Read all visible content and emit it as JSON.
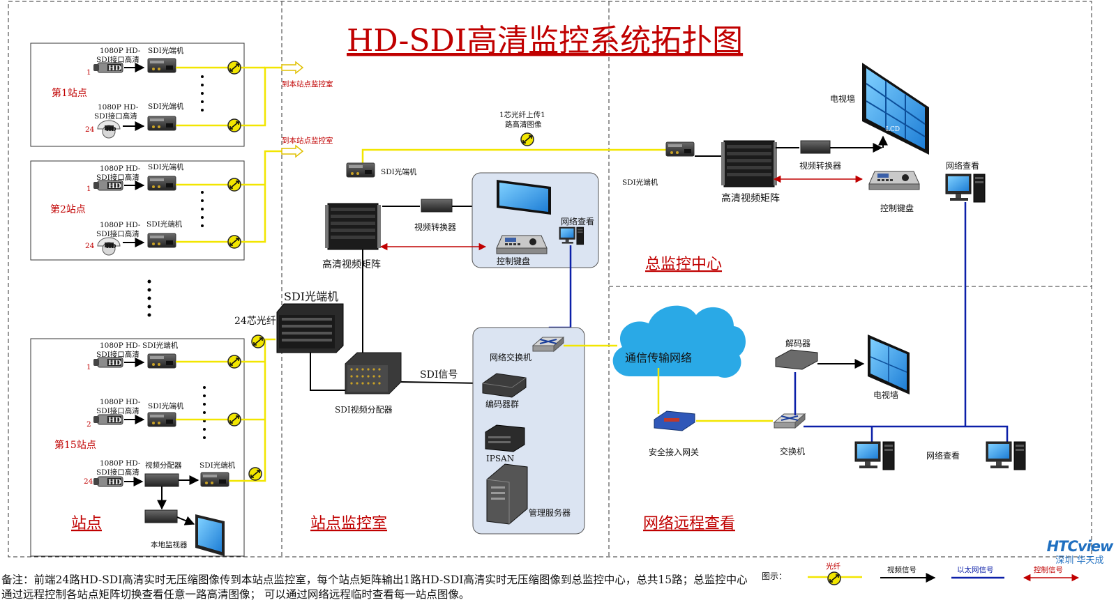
{
  "title": "HD-SDI高清监控系统拓扑图",
  "sections": {
    "site": "站点",
    "site_room": "站点监控室",
    "center": "总监控中心",
    "remote": "网络远程查看"
  },
  "sites": {
    "site1": "第1站点",
    "site2": "第2站点",
    "site15": "第15站点"
  },
  "camera": {
    "label_line1": "1080P HD-",
    "label_line2": "SDI接口高清",
    "num_1": "1",
    "num_2": "2",
    "num_24": "24",
    "hd": "HD"
  },
  "labels": {
    "sdi_fiber": "SDI光端机",
    "to_room": "到本站点监控室",
    "fiber_upload_line1": "1芯光纤上传1",
    "fiber_upload_line2": "路高清图像",
    "hd_matrix": "高清视频矩阵",
    "video_converter": "视频转换器",
    "control_keyboard": "控制键盘",
    "network_view": "网络查看",
    "sdi_fiber_big": "SDI光端机",
    "fiber_24": "24芯光纤",
    "sdi_distributor": "SDI视频分配器",
    "sdi_signal": "SDI信号",
    "network_switch": "网络交换机",
    "encoder_group": "编码器群",
    "ipsan": "IPSAN",
    "mgmt_server": "管理服务器",
    "tv_wall": "电视墙",
    "comm_network": "通信传输网络",
    "decoder": "解码器",
    "tv_wall2": "电视墙",
    "security_gateway": "安全接入网关",
    "switch": "交换机",
    "video_splitter": "视频分配器",
    "local_monitor": "本地监视器",
    "lcd": "LCD"
  },
  "legend": {
    "prefix": "图示：",
    "fiber": "光纤",
    "video": "视频信号",
    "ethernet": "以太网信号",
    "control": "控制信号"
  },
  "note": "备注：前端24路HD-SDI高清实时无压缩图像传到本站点监控室，每个站点矩阵输出1路HD-SDI高清实时无压缩图像到总监控中心，总共15路；总监控中心通过远程控制各站点矩阵切换查看任意一路高清图像；  可以通过网络远程临时查看每一站点图像。",
  "logo": {
    "brand": "HTCview",
    "city": "深圳 华天成"
  },
  "colors": {
    "fiber": "#f2e600",
    "video": "#000000",
    "ethernet": "#0b1fa8",
    "control": "#c00000",
    "title": "#c00000",
    "cloud": "#2aa9e6",
    "logo": "#1f6fc0"
  }
}
